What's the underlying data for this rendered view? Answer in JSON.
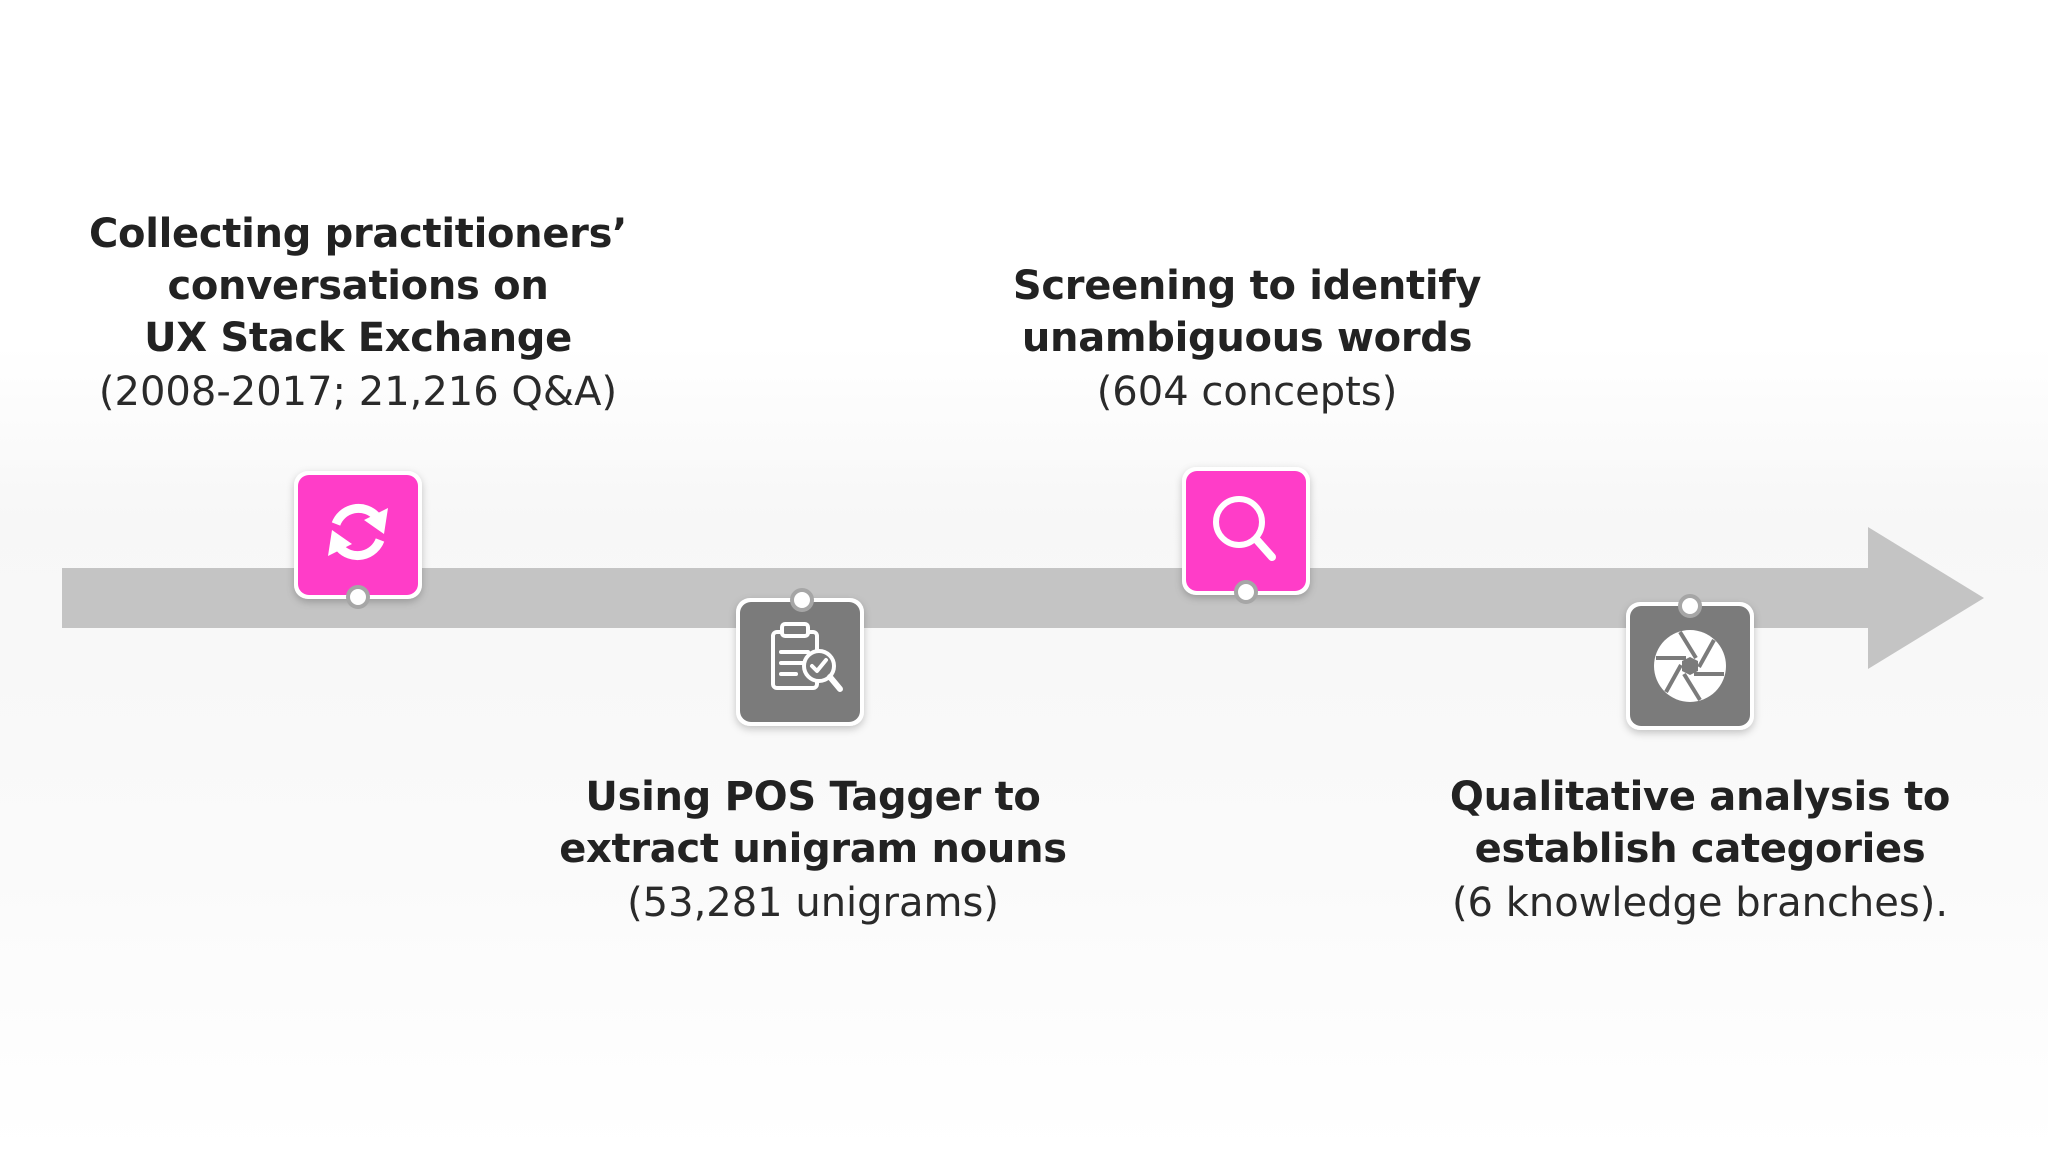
{
  "colors": {
    "accent": "#ff3dc8",
    "neutral": "#7b7b7b",
    "arrow": "#c4c4c4"
  },
  "steps": [
    {
      "title": "Collecting practitioners’\nconversations on\nUX Stack Exchange",
      "subtitle": "(2008-2017; 21,216 Q&A)",
      "icon": "refresh-icon",
      "color": "accent"
    },
    {
      "title": "Using POS Tagger to\nextract unigram nouns",
      "subtitle": "(53,281 unigrams)",
      "icon": "document-check-icon",
      "color": "neutral"
    },
    {
      "title": "Screening to identify\nunambiguous words",
      "subtitle": "(604 concepts)",
      "icon": "search-icon",
      "color": "accent"
    },
    {
      "title": "Qualitative analysis to\nestablish categories",
      "subtitle": "(6 knowledge branches).",
      "icon": "aperture-icon",
      "color": "neutral"
    }
  ]
}
